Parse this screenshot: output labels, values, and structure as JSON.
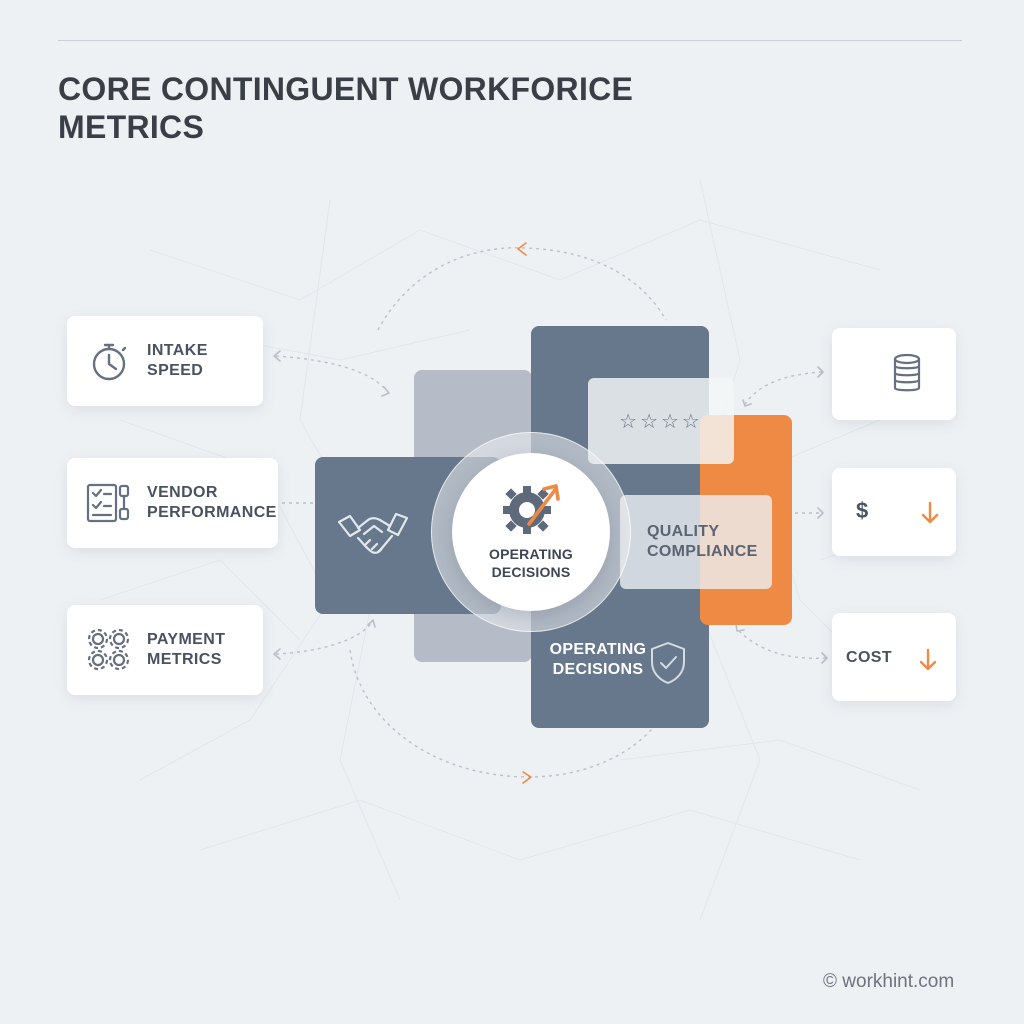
{
  "title": {
    "line1": "CORE CONTINGUENT WORKFORICE",
    "line2": "METRICS"
  },
  "left_cards": [
    {
      "line1": "INTAKE",
      "line2": "SPEED",
      "icon": "stopwatch-icon"
    },
    {
      "line1": "VENDOR",
      "line2": "PERFORMANCE",
      "icon": "checklist-icon"
    },
    {
      "line1": "PAYMENT",
      "line2": "METRICS",
      "icon": "gears-icon"
    }
  ],
  "right_cards": [
    {
      "icon": "coins-icon",
      "value": ""
    },
    {
      "icon": "dollar-icon",
      "value": "$",
      "trend": "down-arrow-icon"
    },
    {
      "label": "COST",
      "trend": "down-arrow-icon"
    }
  ],
  "hub": {
    "line1": "OPERATING",
    "line2": "DECISIONS",
    "icon": "gear-growth-icon"
  },
  "panels": {
    "stars": "☆☆☆☆",
    "quality_line1": "QUALITY",
    "quality_line2": "COMPLIANCE",
    "operating_line1": "OPERATING",
    "operating_line2": "DECISIONS"
  },
  "colors": {
    "accent": "#ef8a45",
    "slate": "#67788c",
    "light_slate": "#aab3bf",
    "background": "#eef1f4"
  },
  "footer": {
    "copyright": "© workhint.com"
  }
}
